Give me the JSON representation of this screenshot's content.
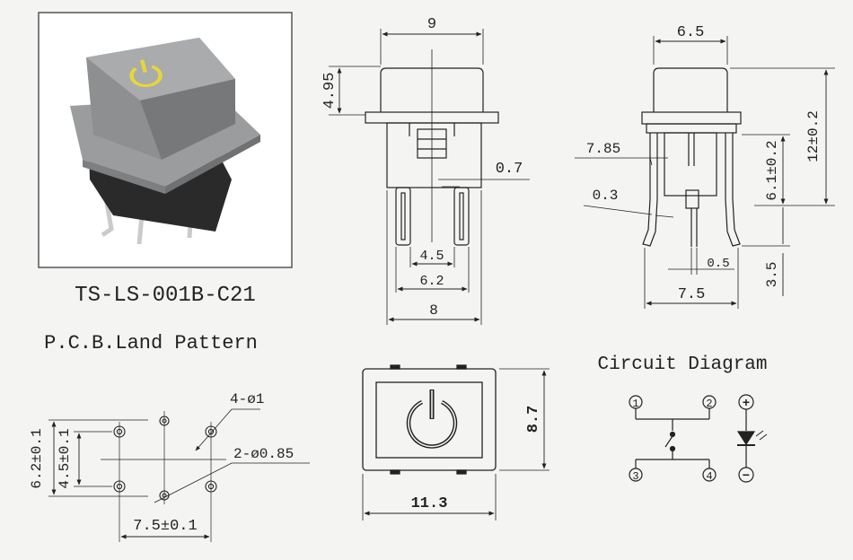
{
  "product": {
    "model": "TS-LS-001B-C21"
  },
  "sections": {
    "pcb_title": "P.C.B.Land Pattern",
    "circuit_title": "Circuit Diagram"
  },
  "front_view": {
    "width_top": "9",
    "cap_height": "4.95",
    "pin_thickness": "0.7",
    "pin_inner": "4.5",
    "pin_outer": "6.2",
    "body_width": "8"
  },
  "side_view": {
    "cap_width": "6.5",
    "body_offset": "7.85",
    "pin_width": "0.3",
    "total_height": "12±0.2",
    "body_height": "6.1±0.2",
    "pin_gap": "0.5",
    "pin_length": "3.5",
    "pin_span": "7.5"
  },
  "pcb": {
    "hole_spec_large": "4-ø1",
    "hole_spec_small": "2-ø0.85",
    "outer_spacing": "6.2±0.1",
    "inner_spacing": "4.5±0.1",
    "horizontal_spacing": "7.5±0.1"
  },
  "top_view": {
    "height": "8.7",
    "width": "11.3"
  },
  "circuit": {
    "pins": [
      "1",
      "2",
      "3",
      "4"
    ],
    "led_plus": "+",
    "led_minus": "−"
  },
  "colors": {
    "line": "#222222",
    "cap_gray": "#8d8f91",
    "body_black": "#2a2a2a",
    "power_symbol": "#e6d63a",
    "pin_metal": "#c9ccc9"
  },
  "icons": {
    "power": "power-icon"
  }
}
